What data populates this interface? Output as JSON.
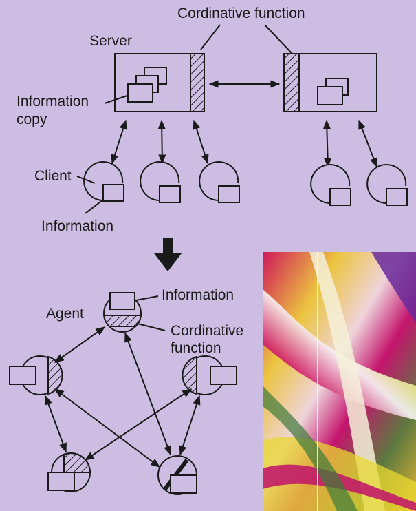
{
  "diagram": {
    "labels": {
      "cordinative_function_top": "Cordinative function",
      "server": "Server",
      "information_copy_line1": "Information",
      "information_copy_line2": "copy",
      "client": "Client",
      "information_bottom": "Information",
      "information_agent": "Information",
      "agent": "Agent",
      "cordinative_function_agent_line1": "Cordinative",
      "cordinative_function_agent_line2": "function"
    },
    "colors": {
      "background": "#cdbde3",
      "ink": "#1a1a1a"
    }
  }
}
